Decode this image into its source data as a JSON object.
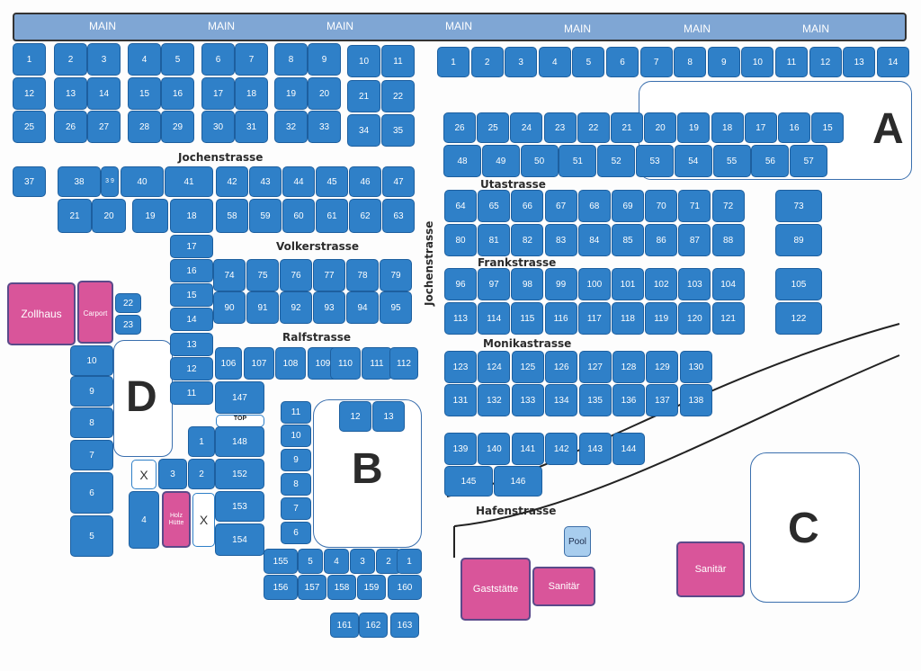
{
  "main_labels": [
    "MAIN",
    "MAIN",
    "MAIN",
    "MAIN",
    "MAIN",
    "MAIN",
    "MAIN"
  ],
  "areas": {
    "a": "A",
    "b": "B",
    "c": "C",
    "d": "D"
  },
  "streets": {
    "jochen_top": "Jochenstrasse",
    "jochen_vertical": "Jochenstrasse",
    "volker": "Volkerstrasse",
    "ralf": "Ralfstrasse",
    "uta": "Utastrasse",
    "frank": "Frankstrasse",
    "monika": "Monikastrasse",
    "hafen": "Hafenstrasse"
  },
  "facilities": {
    "zollhaus": "Zollhaus",
    "carport": "Carport",
    "holzhuette": "Holz Hütte",
    "pool": "Pool",
    "gaststaette": "Gaststätte",
    "sanitaer1": "Sanitär",
    "sanitaer2": "Sanitär",
    "x": "X",
    "top": "TOP"
  },
  "colors": {
    "plot": "#2f80c8",
    "facility": "#d9559a",
    "pool": "#a8cdee",
    "main_bar": "#7fa6d4"
  },
  "plots_left": [
    "1",
    "2",
    "3",
    "4",
    "5",
    "6",
    "7",
    "8",
    "9",
    "10",
    "11",
    "12",
    "13",
    "14",
    "15",
    "16",
    "17",
    "18",
    "19",
    "20",
    "21",
    "22",
    "25",
    "26",
    "27",
    "28",
    "29",
    "30",
    "31",
    "32",
    "33",
    "34",
    "35",
    "37",
    "38",
    "3 9",
    "40",
    "41",
    "42",
    "43",
    "44",
    "45",
    "46",
    "47",
    "21",
    "20",
    "19",
    "18",
    "58",
    "59",
    "60",
    "61",
    "62",
    "63",
    "17",
    "16",
    "15",
    "14",
    "13",
    "12",
    "11",
    "74",
    "75",
    "76",
    "77",
    "78",
    "79",
    "90",
    "91",
    "92",
    "93",
    "94",
    "95",
    "22",
    "23",
    "106",
    "107",
    "108",
    "109",
    "110",
    "111",
    "112",
    "10",
    "9",
    "8",
    "7",
    "6",
    "5",
    "147",
    "148",
    "152",
    "153",
    "154",
    "1",
    "2",
    "3",
    "4",
    "11",
    "10",
    "9",
    "8",
    "7",
    "6",
    "12",
    "13",
    "155",
    "5",
    "4",
    "3",
    "2",
    "1",
    "156",
    "157",
    "158",
    "159",
    "160",
    "161",
    "162",
    "163"
  ],
  "plots_right": [
    "1",
    "2",
    "3",
    "4",
    "5",
    "6",
    "7",
    "8",
    "9",
    "10",
    "11",
    "12",
    "13",
    "14",
    "26",
    "25",
    "24",
    "23",
    "22",
    "21",
    "20",
    "19",
    "18",
    "17",
    "16",
    "15",
    "48",
    "49",
    "50",
    "51",
    "52",
    "53",
    "54",
    "55",
    "56",
    "57",
    "64",
    "65",
    "66",
    "67",
    "68",
    "69",
    "70",
    "71",
    "72",
    "73",
    "80",
    "81",
    "82",
    "83",
    "84",
    "85",
    "86",
    "87",
    "88",
    "89",
    "96",
    "97",
    "98",
    "99",
    "100",
    "101",
    "102",
    "103",
    "104",
    "105",
    "113",
    "114",
    "115",
    "116",
    "117",
    "118",
    "119",
    "120",
    "121",
    "122",
    "123",
    "124",
    "125",
    "126",
    "127",
    "128",
    "129",
    "130",
    "131",
    "132",
    "133",
    "134",
    "135",
    "136",
    "137",
    "138",
    "139",
    "140",
    "141",
    "142",
    "143",
    "144",
    "145",
    "146"
  ]
}
